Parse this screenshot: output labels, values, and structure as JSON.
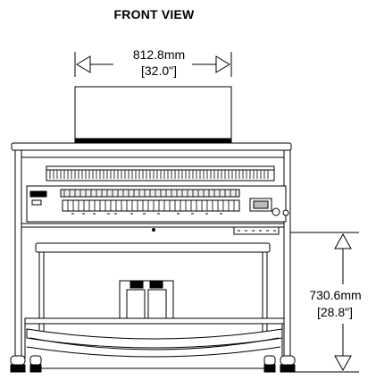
{
  "title": "FRONT VIEW",
  "dimensions": {
    "width": {
      "mm": "812.8mm",
      "inch": "[32.0\"]"
    },
    "height": {
      "mm": "730.6mm",
      "inch": "[28.8\"]"
    }
  },
  "colors": {
    "line": "#000000",
    "background": "#ffffff",
    "shade": "#d8d8d8"
  }
}
